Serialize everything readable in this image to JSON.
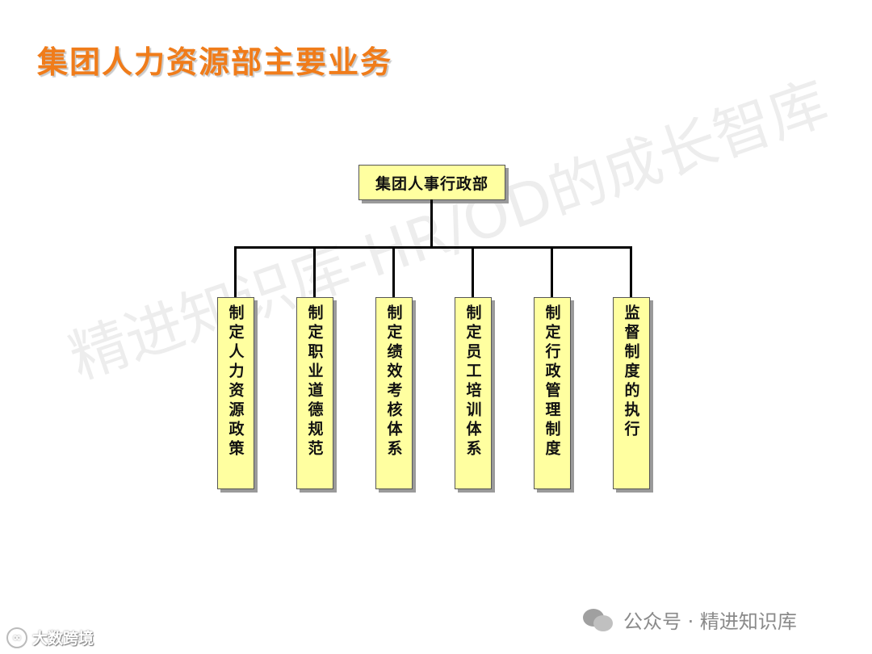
{
  "title": "集团人力资源部主要业务",
  "watermark": "精进知识库-HR/OD的成长智库",
  "org_chart": {
    "root": "集团人事行政部",
    "children": [
      "制定人力资源政策",
      "制定职业道德规范",
      "制定绩效考核体系",
      "制定员工培训体系",
      "制定行政管理制度",
      "监督制度的执行"
    ]
  },
  "footer": {
    "brand": "公众号 · 精进知识库",
    "left_logo": "大数跨境"
  }
}
